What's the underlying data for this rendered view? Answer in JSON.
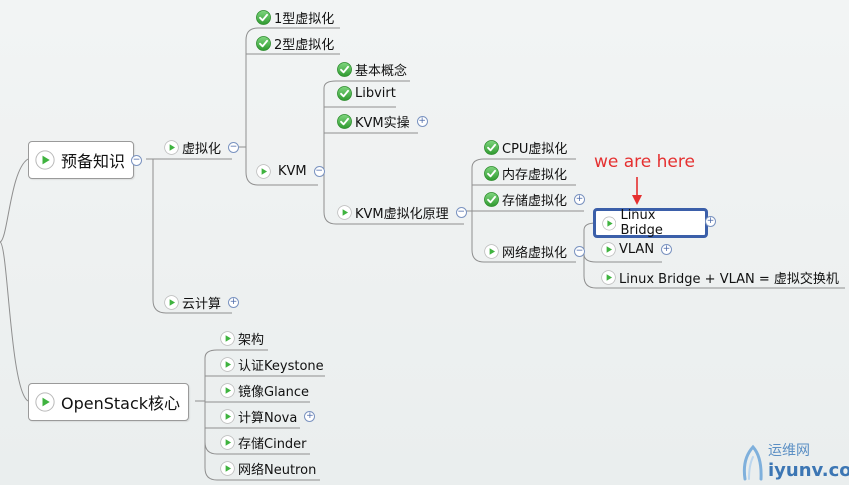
{
  "roots": {
    "prep": "预备知识",
    "openstack": "OpenStack核心"
  },
  "nodes": {
    "virtualization": "虚拟化",
    "type1": "1型虚拟化",
    "type2": "2型虚拟化",
    "kvm": "KVM",
    "basic_concepts": "基本概念",
    "libvirt": "Libvirt",
    "kvm_practice": "KVM实操",
    "kvm_principle": "KVM虚拟化原理",
    "cpu_virt": "CPU虚拟化",
    "mem_virt": "内存虚拟化",
    "storage_virt": "存储虚拟化",
    "net_virt": "网络虚拟化",
    "linux_bridge": "Linux Bridge",
    "vlan": "VLAN",
    "bridge_vlan": "Linux Bridge + VLAN = 虚拟交换机",
    "cloud": "云计算",
    "arch": "架构",
    "keystone": "认证Keystone",
    "glance": "镜像Glance",
    "nova": "计算Nova",
    "cinder": "存储Cinder",
    "neutron": "网络Neutron"
  },
  "annotation": "we are here",
  "watermark": {
    "cn": "运维网",
    "en": "iyunv.com"
  },
  "icons": {
    "done": "check-icon",
    "todo": "play-icon"
  },
  "colors": {
    "done_green": "#3aa83a",
    "todo_green": "#49b649",
    "highlight_border": "#3b5fa9",
    "annotation_red": "#e53030",
    "toggle_blue": "#4a68a8"
  }
}
